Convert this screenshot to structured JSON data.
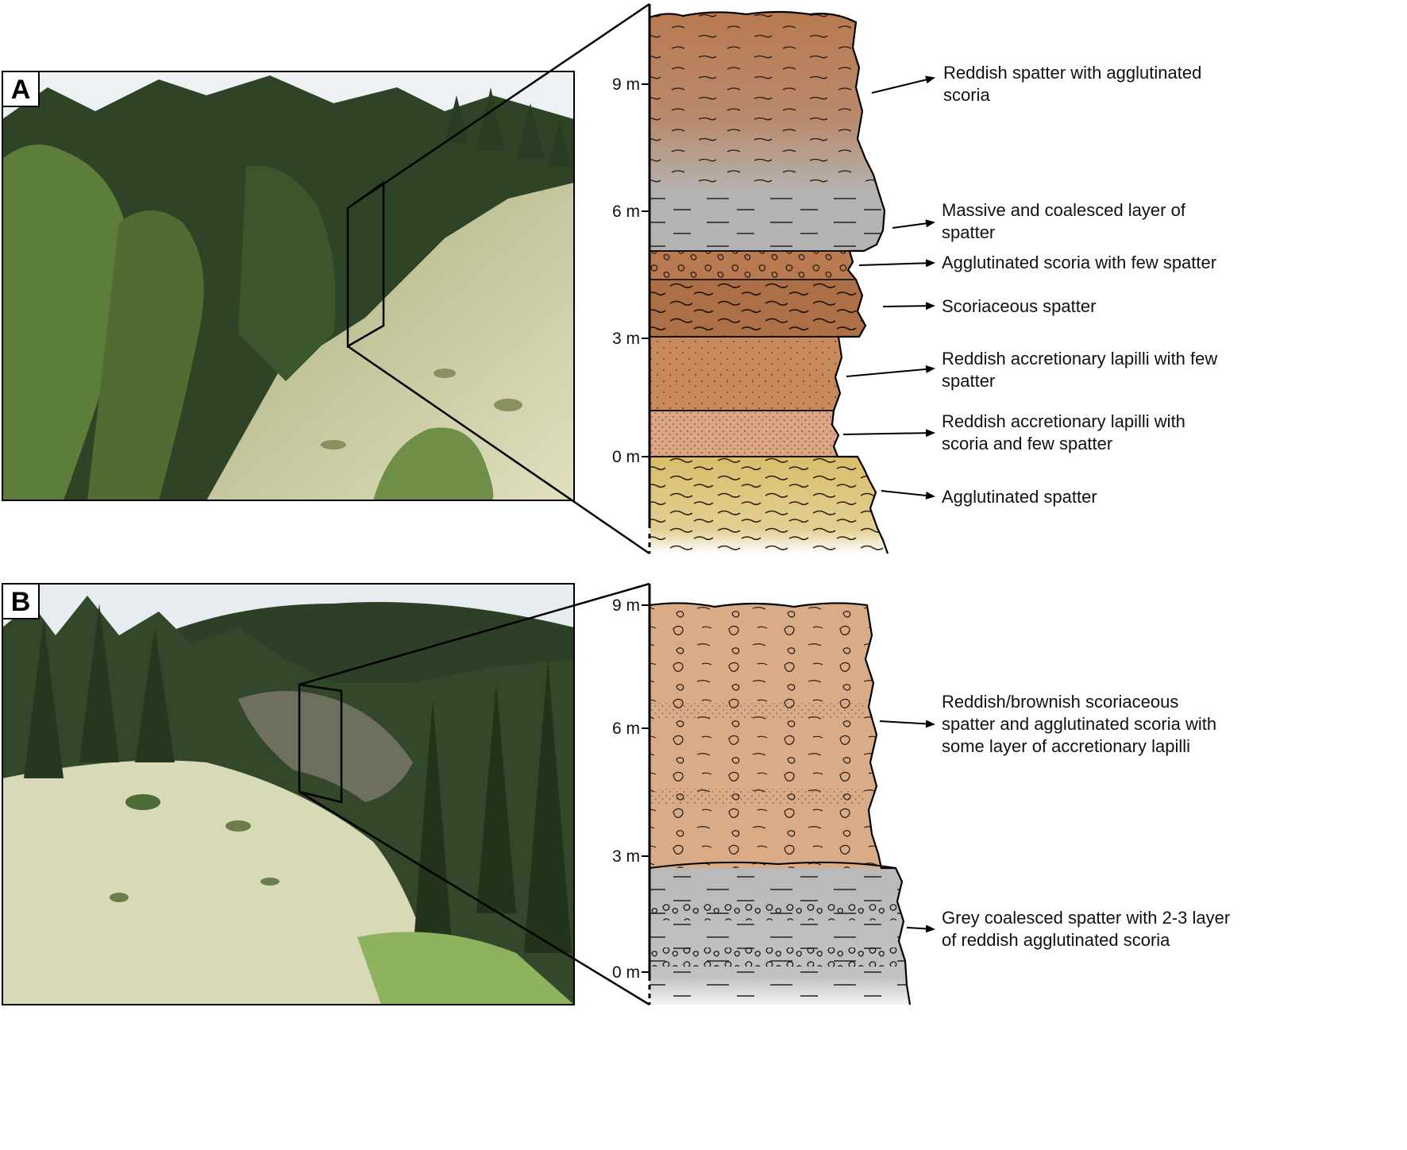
{
  "colors": {
    "forest_dark": "#2b3a22",
    "forest_mid": "#3f5630",
    "slope_pale": "#cfcfa8",
    "sky": "#e9eef2",
    "reddish_spatter": "#b97a52",
    "coalesced_grey": "#b3b3b3",
    "scoria_brown": "#b07349",
    "accretionary_lapilli": "#c88a5d",
    "lapilli_light": "#dca584",
    "agglutinated_yellow": "#d8bd6b",
    "section_b_tan": "#d9ab86",
    "section_b_grey": "#b9b9b9"
  },
  "panel_a": {
    "letter": "A",
    "photo_icon": "forest-slope-photo",
    "ticks": [
      "9 m",
      "6 m",
      "3 m",
      "0 m"
    ],
    "descriptions": [
      {
        "lines": [
          "Reddish spatter with agglutinated",
          "scoria"
        ]
      },
      {
        "lines": [
          "Massive and coalesced layer of",
          "spatter"
        ]
      },
      {
        "lines": [
          "Agglutinated scoria with few spatter"
        ]
      },
      {
        "lines": [
          "Scoriaceous spatter"
        ]
      },
      {
        "lines": [
          "Reddish accretionary lapilli with few",
          "spatter"
        ]
      },
      {
        "lines": [
          "Reddish accretionary lapilli with",
          "scoria and few spatter"
        ]
      },
      {
        "lines": [
          "Agglutinated spatter"
        ]
      }
    ]
  },
  "panel_b": {
    "letter": "B",
    "photo_icon": "forest-cliff-photo",
    "ticks": [
      "9 m",
      "6 m",
      "3 m",
      "0 m"
    ],
    "descriptions": [
      {
        "lines": [
          "Reddish/brownish scoriaceous",
          "spatter and agglutinated scoria with",
          "some layer of accretionary lapilli"
        ]
      },
      {
        "lines": [
          "Grey coalesced spatter with 2-3 layer",
          "of reddish agglutinated scoria"
        ]
      }
    ]
  }
}
